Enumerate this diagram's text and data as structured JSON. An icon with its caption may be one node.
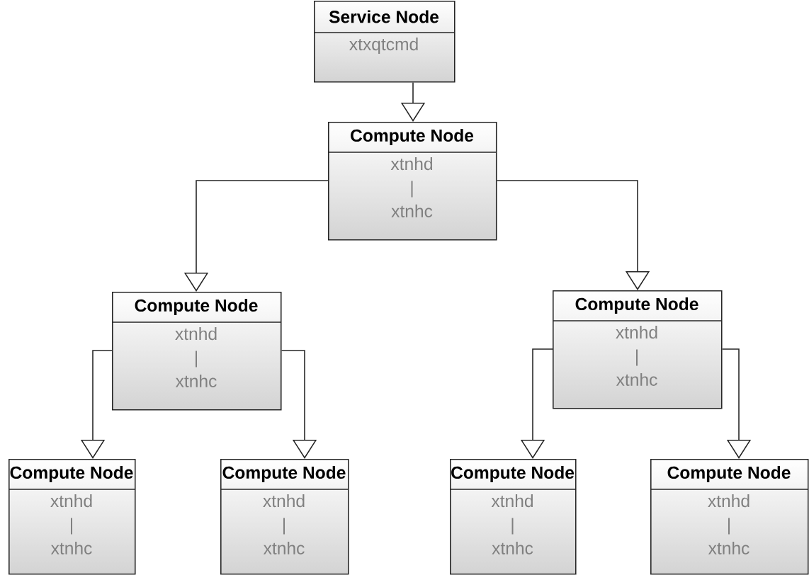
{
  "diagram": {
    "nodes": [
      {
        "text": [
          "Service Node",
          "xtxqtcmd"
        ]
      },
      {
        "text": [
          "Compute Node",
          "xtnhd | xtnhc"
        ]
      },
      {
        "text": [
          "Compute Node",
          "xtnhd | xtnhc"
        ]
      },
      {
        "text": [
          "Compute Node",
          "xtnhd | xtnhc"
        ]
      },
      {
        "text": [
          "Compute Node",
          "xtnhd | xtnhc"
        ]
      },
      {
        "text": [
          "Compute Node",
          "xtnhd | xtnhc"
        ]
      },
      {
        "text": [
          "Compute Node",
          "xtnhd | xtnhc"
        ]
      },
      {
        "text": [
          "Compute Node",
          "xtnhd | xtnhc"
        ]
      }
    ],
    "edges": [
      {
        "from": 0,
        "to": 1,
        "arrow": "to"
      },
      {
        "from": 1,
        "to": 2,
        "arrow": "to"
      },
      {
        "from": 1,
        "to": 3,
        "arrow": "to"
      },
      {
        "from": 2,
        "to": 4,
        "arrow": "to"
      },
      {
        "from": 2,
        "to": 5,
        "arrow": "to"
      },
      {
        "from": 3,
        "to": 6,
        "arrow": "to"
      },
      {
        "from": 3,
        "to": 7,
        "arrow": "to"
      }
    ]
  }
}
